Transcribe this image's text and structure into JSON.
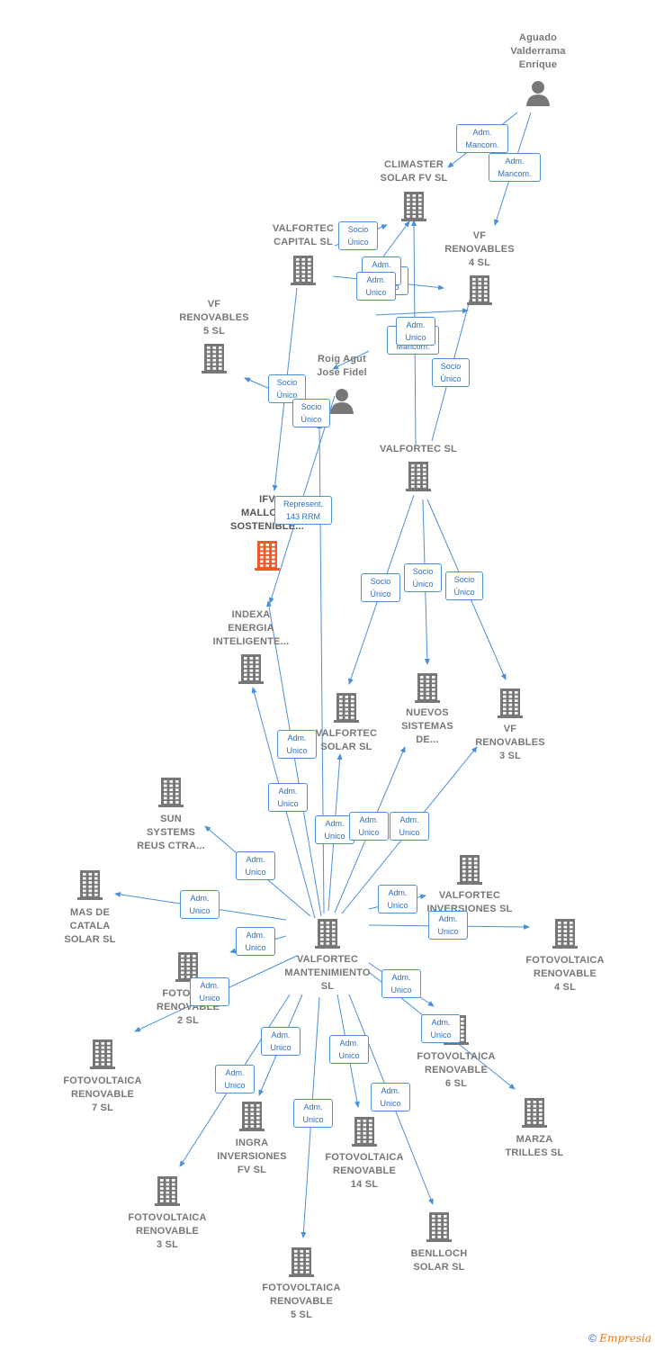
{
  "colors": {
    "edge": "#4a8fd9",
    "building": "#777777",
    "focus_building": "#f05a28",
    "person": "#777777"
  },
  "nodes": [
    {
      "id": "aguado",
      "kind": "person",
      "label": "Aguado\nValderrama\nEnrique"
    },
    {
      "id": "climaster",
      "kind": "company",
      "label": "CLIMASTER\nSOLAR FV SL"
    },
    {
      "id": "vf4",
      "kind": "company",
      "label": "VF\nRENOVABLES\n4  SL"
    },
    {
      "id": "valfortec_capital",
      "kind": "company",
      "label": "VALFORTEC\nCAPITAL  SL"
    },
    {
      "id": "vf5",
      "kind": "company",
      "label": "VF\nRENOVABLES\n5  SL"
    },
    {
      "id": "roig",
      "kind": "person",
      "label": "Roig Agut\nJose Fidel"
    },
    {
      "id": "valfortec_sl",
      "kind": "company",
      "label": "VALFORTEC SL"
    },
    {
      "id": "ifv",
      "kind": "focus",
      "label": "IFV\nMALLOR...\nSOSTENIBLE..."
    },
    {
      "id": "indexa",
      "kind": "company",
      "label": "INDEXA\nENERGIA\nINTELIGENTE..."
    },
    {
      "id": "valfortec_solar",
      "kind": "company",
      "label": "VALFORTEC\nSOLAR  SL"
    },
    {
      "id": "nuevos",
      "kind": "company",
      "label": "NUEVOS\nSISTEMAS\nDE..."
    },
    {
      "id": "vf3",
      "kind": "company",
      "label": "VF\nRENOVABLES\n3  SL"
    },
    {
      "id": "sun",
      "kind": "company",
      "label": "SUN\nSYSTEMS\nREUS CTRA..."
    },
    {
      "id": "mas",
      "kind": "company",
      "label": "MAS DE\nCATALA\nSOLAR SL"
    },
    {
      "id": "valfortec_inv",
      "kind": "company",
      "label": "VALFORTEC\nINVERSIONES SL"
    },
    {
      "id": "valfortec_mant",
      "kind": "company",
      "label": "VALFORTEC\nMANTENIMIENTO\nSL"
    },
    {
      "id": "fv4",
      "kind": "company",
      "label": "FOTOVOLTAICA\nRENOVABLE\n4 SL"
    },
    {
      "id": "fv2",
      "kind": "company",
      "label": "FOTOVO...\nRENOVABLE\n2  SL"
    },
    {
      "id": "fv7",
      "kind": "company",
      "label": "FOTOVOLTAICA\nRENOVABLE\n7 SL"
    },
    {
      "id": "fv6",
      "kind": "company",
      "label": "FOTOVOLTAICA\nRENOVABLE\n6 SL"
    },
    {
      "id": "marza",
      "kind": "company",
      "label": "MARZA\nTRILLES SL"
    },
    {
      "id": "ingra",
      "kind": "company",
      "label": "INGRA\nINVERSIONES\nFV  SL"
    },
    {
      "id": "fv14",
      "kind": "company",
      "label": "FOTOVOLTAICA\nRENOVABLE\n14 SL"
    },
    {
      "id": "fv3",
      "kind": "company",
      "label": "FOTOVOLTAICA\nRENOVABLE\n3 SL"
    },
    {
      "id": "benlloch",
      "kind": "company",
      "label": "BENLLOCH\nSOLAR SL"
    },
    {
      "id": "fv5",
      "kind": "company",
      "label": "FOTOVOLTAICA\nRENOVABLE\n5 SL"
    }
  ],
  "badges": [
    "Adm.\nMancom.",
    "Adm.\nMancom.",
    "Socio\nÚnico",
    "Socio\nÚnico",
    "Socio\nÚnico",
    "Adm.\nMancom.",
    "Socio\nÚnico",
    "Socio\nÚnico",
    "Socio\nÚnico",
    "Represent.\n143 RRM",
    "Socio\nÚnico",
    "Socio\nÚnico",
    "Socio\nÚnico",
    "Adm.\nUnico",
    "Adm.\nUnico",
    "Adm.\nUnico",
    "Adm.\nUnico",
    "Adm.\nUnico",
    "Adm.\nUnico",
    "Adm.\nUnico",
    "Adm.\nUnico",
    "Adm.\nUnico",
    "Adm.\nUnico",
    "Adm.\nUnico",
    "Adm.\nUnico",
    "Adm.\nUnico",
    "Adm.\nUnico",
    "Adm.\nUnico",
    "Adm.\nUnico",
    "Adm.\nUnico",
    "Adm.\nUnico",
    "Adm.\nUnico",
    "Adm.\nUnico",
    "Adm.\nUnico"
  ],
  "footer": {
    "copyright": "©",
    "brand": "Empresia"
  }
}
